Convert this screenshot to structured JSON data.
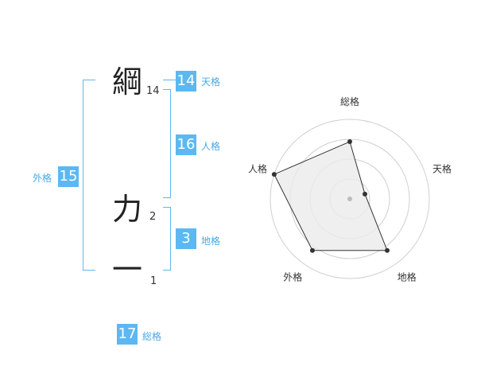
{
  "name": {
    "chars": [
      {
        "char": "綱",
        "strokes": "14"
      },
      {
        "char": "力",
        "strokes": "2"
      },
      {
        "char": "一",
        "strokes": "1"
      }
    ]
  },
  "kakusu": {
    "tenkaku": {
      "value": "14",
      "label": "天格"
    },
    "jinkaku": {
      "value": "16",
      "label": "人格"
    },
    "chikaku": {
      "value": "3",
      "label": "地格"
    },
    "gaikaku": {
      "value": "15",
      "label": "外格"
    },
    "soukaku": {
      "value": "17",
      "label": "総格"
    }
  },
  "colors": {
    "accent": "#5bb8f2",
    "accent_text": "#4aa8e6",
    "radar_fill": "#ebebeb",
    "radar_line": "#333333"
  },
  "chart_data": {
    "type": "radar",
    "axes": [
      "総格",
      "天格",
      "地格",
      "外格",
      "人格"
    ],
    "values": [
      0.72,
      0.2,
      0.8,
      0.8,
      1.0
    ],
    "range": [
      0,
      1
    ],
    "rings": 4
  }
}
